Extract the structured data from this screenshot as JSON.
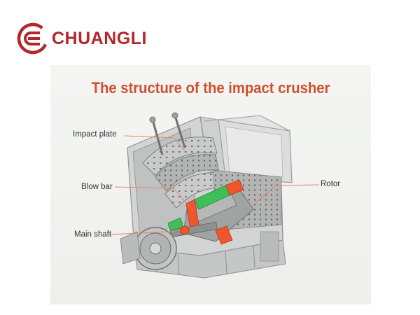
{
  "brand": {
    "name": "CHUANGLI",
    "color": "#b3262c",
    "logo_icon": "double-c-logo-icon"
  },
  "diagram": {
    "title": "The structure of the impact crusher",
    "title_color": "#d0502e",
    "accent_orange": "#f0562b",
    "accent_green": "#3fbf5a",
    "leader_color": "#e0836a",
    "callouts": [
      {
        "id": "impact-plate",
        "label": "Impact plate"
      },
      {
        "id": "blow-bar",
        "label": "Blow bar"
      },
      {
        "id": "main-shaft",
        "label": "Main shaft"
      },
      {
        "id": "rotor",
        "label": "Rotor"
      }
    ]
  }
}
